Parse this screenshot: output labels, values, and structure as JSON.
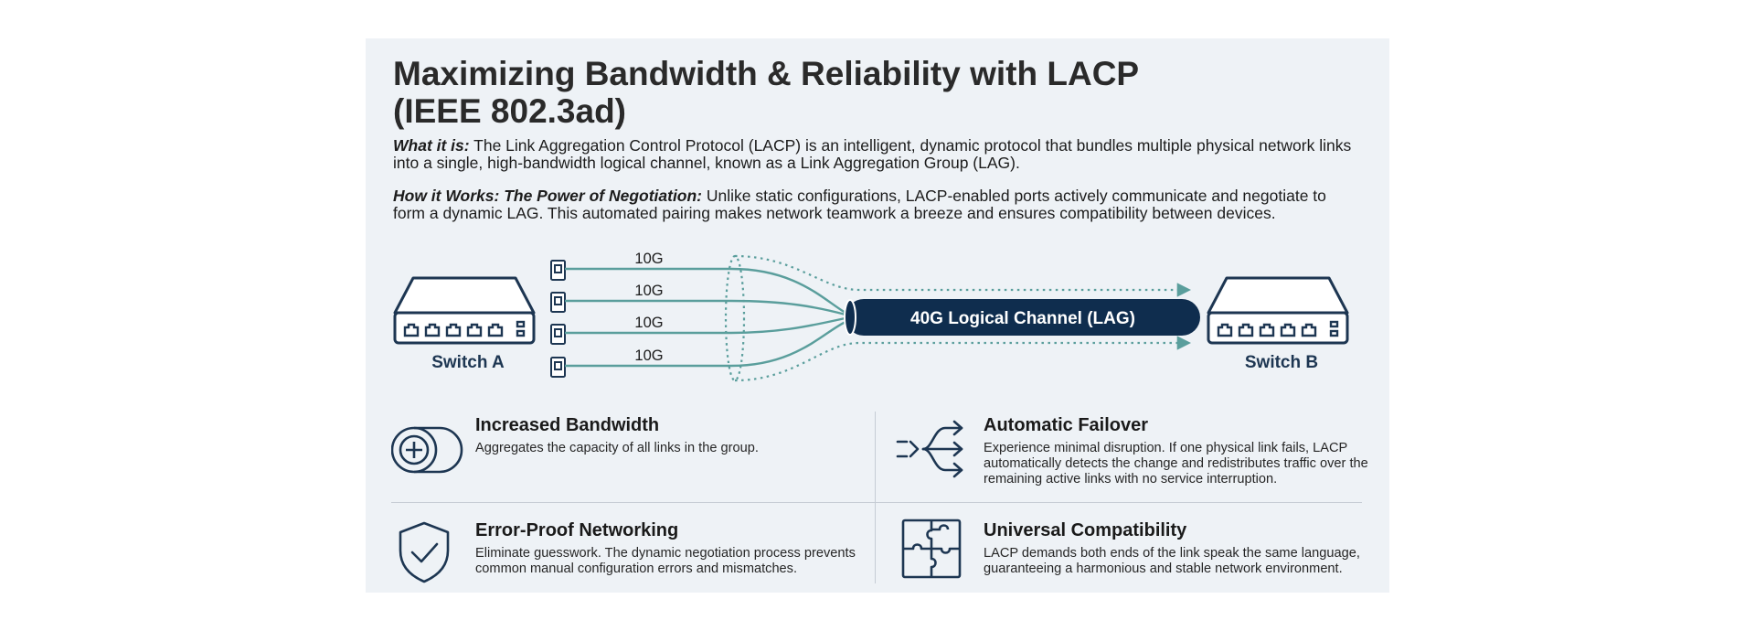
{
  "title": {
    "line1": "Maximizing Bandwidth & Reliability with LACP",
    "line2": "(IEEE 802.3ad)"
  },
  "intro": {
    "what_label": "What it is:",
    "what_text": " The Link Aggregation Control Protocol (LACP) is an intelligent, dynamic protocol that bundles multiple physical network links into a single, high-bandwidth logical channel, known as a Link Aggregation Group (LAG).",
    "how_label": "How it Works: The Power of Negotiation:",
    "how_text": " Unlike static configurations, LACP-enabled ports actively communicate and negotiate to form a dynamic LAG. This automated pairing makes network teamwork a breeze and ensures compatibility between devices."
  },
  "diagram": {
    "switch_a": "Switch A",
    "switch_b": "Switch B",
    "links": [
      "10G",
      "10G",
      "10G",
      "10G"
    ],
    "channel_label": "40G Logical Channel (LAG)",
    "colors": {
      "navy": "#0f2d4e",
      "teal": "#5a9e9c",
      "switch_stroke": "#1d3652"
    }
  },
  "features": [
    {
      "icon": "bandwidth-plus-icon",
      "title": "Increased Bandwidth",
      "desc": "Aggregates the capacity of all links in the group."
    },
    {
      "icon": "failover-arrows-icon",
      "title": "Automatic Failover",
      "desc": "Experience minimal disruption. If one physical link fails, LACP automatically detects the change and redistributes traffic over the remaining active links with no service interruption."
    },
    {
      "icon": "shield-check-icon",
      "title": "Error-Proof Networking",
      "desc": "Eliminate guesswork. The dynamic negotiation process prevents common manual configuration errors and mismatches."
    },
    {
      "icon": "puzzle-icon",
      "title": "Universal Compatibility",
      "desc": "LACP demands both ends of the link speak the same language, guaranteeing a harmonious and stable network environment."
    }
  ]
}
